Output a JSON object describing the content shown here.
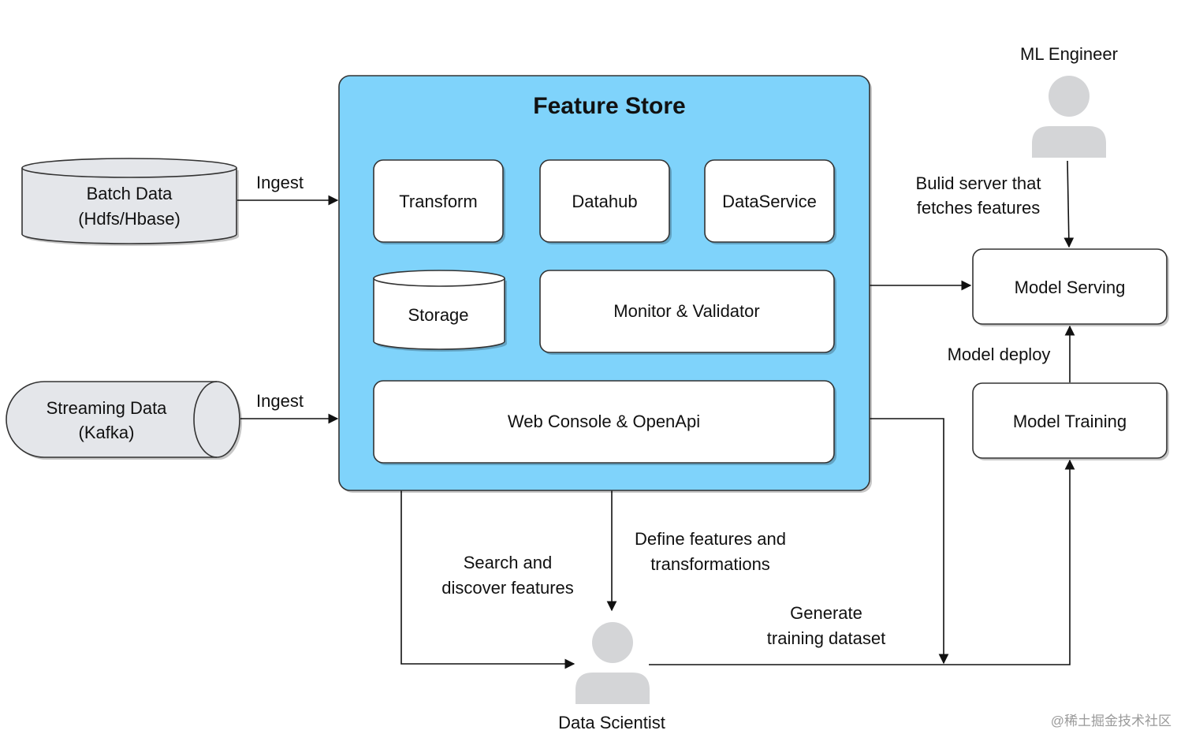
{
  "colors": {
    "feature_store_fill": "#7fd3fb",
    "component_fill": "#ffffff",
    "source_fill": "#e4e6ea",
    "person_fill": "#d4d5d7",
    "line": "#111111"
  },
  "feature_store": {
    "title": "Feature Store",
    "components": {
      "transform": "Transform",
      "datahub": "Datahub",
      "dataservice": "DataService",
      "storage": "Storage",
      "monitor": "Monitor & Validator",
      "web_console": "Web Console & OpenApi"
    }
  },
  "sources": {
    "batch": {
      "line1": "Batch Data",
      "line2": "(Hdfs/Hbase)"
    },
    "streaming": {
      "line1": "Streaming Data",
      "line2": "(Kafka)"
    }
  },
  "models": {
    "serving": "Model Serving",
    "training": "Model Training"
  },
  "actors": {
    "ml_engineer": {
      "label": "ML Engineer",
      "icon": "person-icon"
    },
    "data_scientist": {
      "label": "Data Scientist",
      "icon": "person-icon"
    }
  },
  "edge_labels": {
    "ingest_batch": "Ingest",
    "ingest_stream": "Ingest",
    "build_server": [
      "Bulid server that",
      "fetches features"
    ],
    "model_deploy": "Model deploy",
    "search_discover": [
      "Search and",
      "discover features"
    ],
    "define_features": [
      "Define features and",
      "transformations"
    ],
    "generate_dataset": [
      "Generate",
      "training dataset"
    ]
  },
  "watermark": "@稀土掘金技术社区"
}
